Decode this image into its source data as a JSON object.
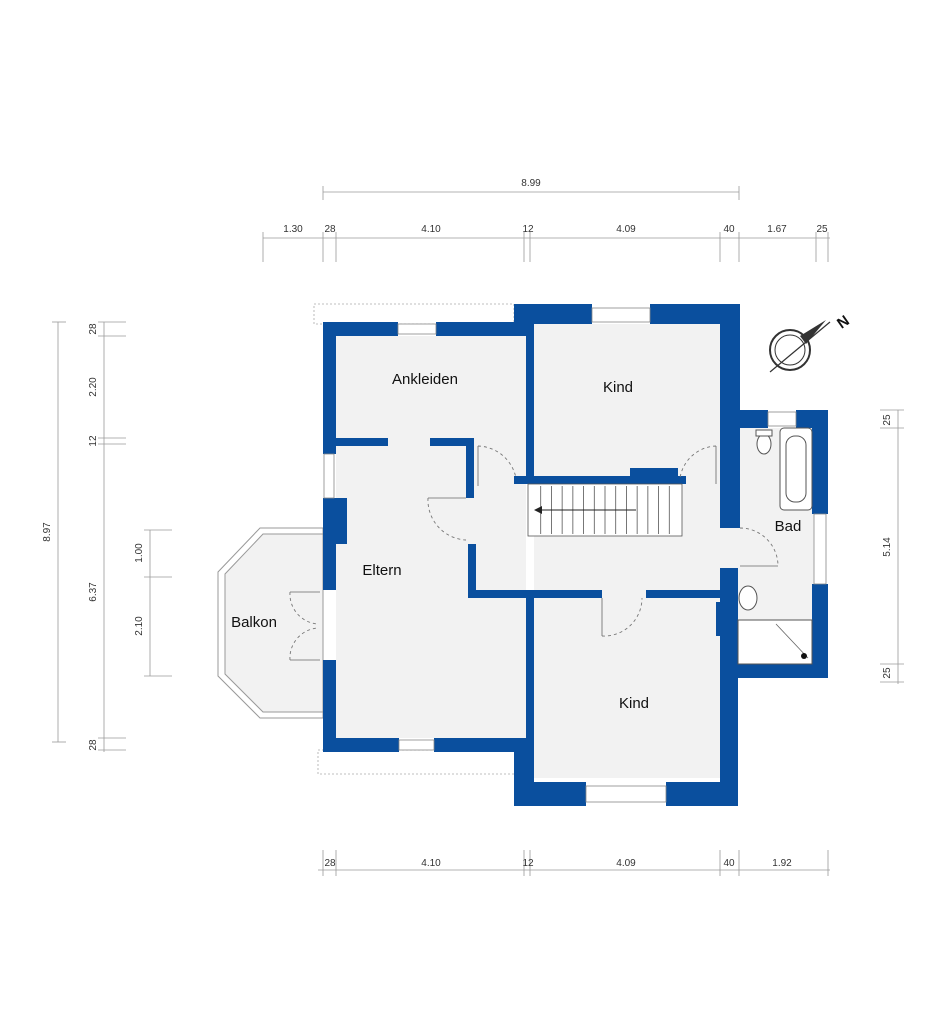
{
  "rooms": {
    "ankleiden": "Ankleiden",
    "kind_top": "Kind",
    "bad": "Bad",
    "eltern": "Eltern",
    "balkon": "Balkon",
    "kind_bottom": "Kind"
  },
  "compass": {
    "label": "N"
  },
  "dimensions": {
    "top_total": "8.99",
    "top": [
      "1.30",
      "28",
      "4.10",
      "12",
      "4.09",
      "40",
      "1.67",
      "25"
    ],
    "bottom": [
      "28",
      "4.10",
      "12",
      "4.09",
      "40",
      "1.92"
    ],
    "left_total": "8.97",
    "left": [
      "28",
      "2.20",
      "12",
      "6.37",
      "28"
    ],
    "left_inner": [
      "1.00",
      "2.10"
    ],
    "right": [
      "25",
      "5.14",
      "25"
    ]
  },
  "colors": {
    "wall": "#0a4f9e",
    "floor": "#f2f2f2"
  }
}
